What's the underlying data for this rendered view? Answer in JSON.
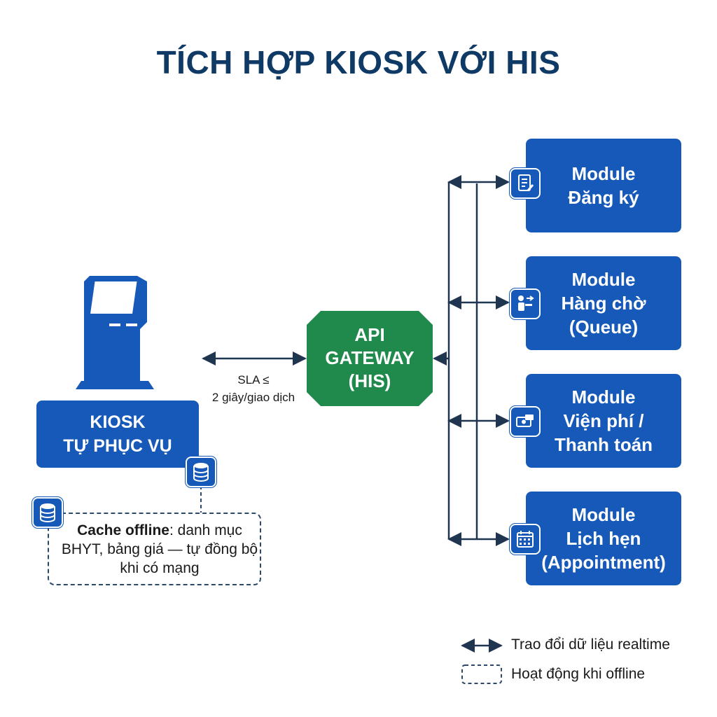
{
  "title": "TÍCH HỢP KIOSK VỚI HIS",
  "kiosk": {
    "label": "KIOSK\nTỰ PHỤC VỤ"
  },
  "gateway": {
    "label": "API\nGATEWAY\n(HIS)"
  },
  "sla": {
    "label": "SLA ≤\n2 giây/giao dịch"
  },
  "cache": {
    "bold": "Cache offline",
    "text": ": danh mục BHYT, bảng giá — tự đồng bộ khi có mạng"
  },
  "modules": [
    {
      "label": "Module\nĐăng ký",
      "icon": "registration-form-icon"
    },
    {
      "label": "Module\nHàng chờ\n(Queue)",
      "icon": "queue-person-icon"
    },
    {
      "label": "Module\nViện phí /\nThanh toán",
      "icon": "payment-cash-icon"
    },
    {
      "label": "Module\nLịch hẹn\n(Appointment)",
      "icon": "calendar-icon"
    }
  ],
  "legend": {
    "realtime": "Trao đổi dữ liệu realtime",
    "offline": "Hoạt động khi offline"
  },
  "colors": {
    "primary_blue": "#1659b8",
    "gateway_green": "#1f8a4c",
    "title_navy": "#0f3a66",
    "line": "#1f3550"
  }
}
